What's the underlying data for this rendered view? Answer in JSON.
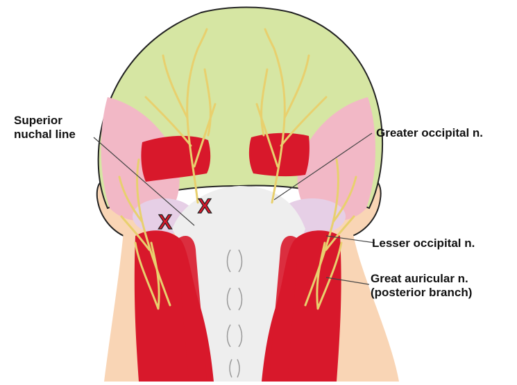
{
  "labels": {
    "superior_nuchal_line": [
      "Superior",
      "nuchal line"
    ],
    "greater_occipital": "Greater occipital n.",
    "lesser_occipital": "Lesser occipital n.",
    "great_auricular": [
      "Great auricular n.",
      "(posterior branch)"
    ]
  },
  "markers": {
    "symbol": "X"
  },
  "colors": {
    "scalp": "#d6e6a3",
    "skin": "#f9d5b5",
    "pink_zone": "#f2b8c6",
    "lavender_zone": "#e6cfe6",
    "muscle": "#d8182b",
    "gray_zone": "#eeeeee",
    "nerve": "#e8d06e",
    "nerve_outline": "#7a6a2a",
    "outline": "#222222",
    "leader_line": "#444444",
    "x_marker": "#d8182b"
  }
}
